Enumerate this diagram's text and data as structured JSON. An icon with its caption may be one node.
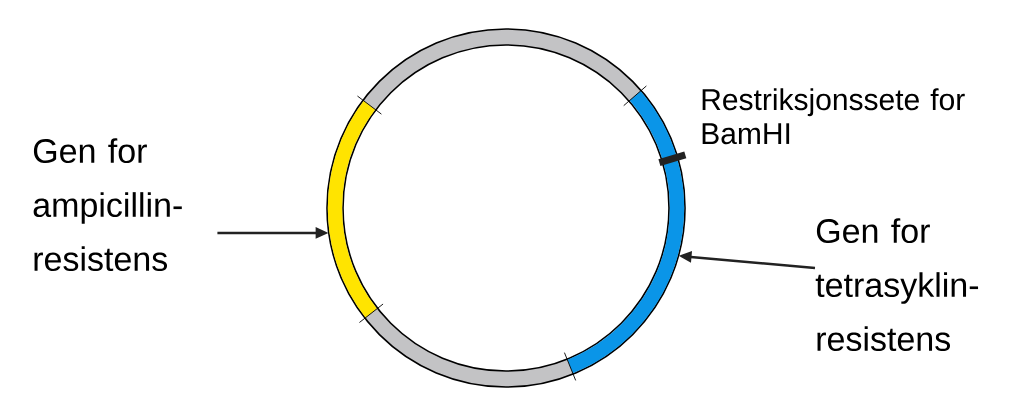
{
  "diagram": {
    "nodes": [
      {
        "text": [
          "Gen for ampicillin-resistens"
        ]
      },
      {
        "text": [],
        "shape": "arc"
      },
      {
        "text": [
          "Gen for tetrasyklin-resistens"
        ]
      },
      {
        "text": [],
        "shape": "arc"
      }
    ],
    "edges": [
      {
        "from": 0,
        "to": 1,
        "arrow": "to"
      },
      {
        "from": 2,
        "to": 3,
        "arrow": "to"
      }
    ],
    "labels": [
      "Restriksjonssete for BamHI"
    ]
  }
}
